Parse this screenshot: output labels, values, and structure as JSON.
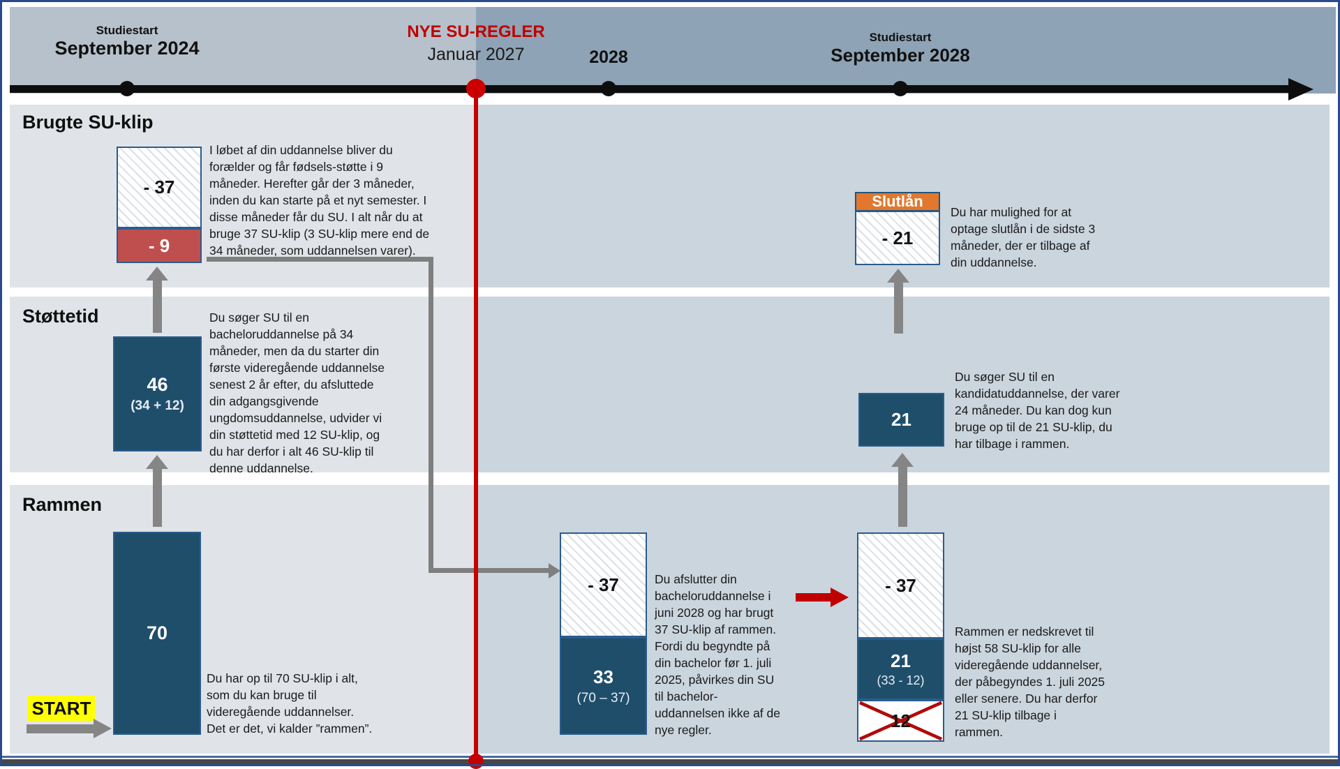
{
  "colors": {
    "dark_box": "#1f4e6b",
    "red_box": "#bf4f4f",
    "orange_header": "#e1782e",
    "accent_red": "#c00000",
    "highlight_yellow": "#ffff00",
    "banner_left": "#b6c1cb",
    "banner_right": "#8ea3b5",
    "row_left": "#e0e4e8",
    "row_right": "#cbd5de"
  },
  "timeline": {
    "m1_top": "Studiestart",
    "m1_bottom": "September 2024",
    "m2_top": "NYE SU-REGLER",
    "m2_bottom": "Januar 2027",
    "m3_label": "2028",
    "m4_top": "Studiestart",
    "m4_bottom": "September 2028"
  },
  "brugte": {
    "title": "Brugte SU-klip",
    "used_value": "- 37",
    "birth_value": "- 9",
    "note": "I løbet af din uddannelse bliver du\nforælder og får fødsels-støtte i 9\nmåneder. Herefter går der 3 måneder,\ninden du kan starte på et nyt semester. I\ndisse måneder får du SU. I alt når du at\nbruge 37 SU-klip (3 SU-klip mere end de\n34 måneder, som uddannelsen varer).",
    "slutlaan_header": "Slutlån",
    "slutlaan_value": "- 21",
    "slutlaan_note": "Du har mulighed for at\noptage slutlån i de sidste 3\nmåneder, der er tilbage af\ndin uddannelse."
  },
  "stoettetid": {
    "title": "Støttetid",
    "value": "46",
    "sub": "(34 + 12)",
    "note": "Du søger SU til en\nbacheloruddannelse på 34\nmåneder, men da du starter din\nførste videregående uddannelse\nsenest 2 år efter, du afsluttede\ndin adgangsgivende\nungdomsuddannelse, udvider vi\ndin støttetid med 12 SU-klip, og\ndu har derfor i alt 46 SU-klip til\ndenne uddannelse.",
    "right_value": "21",
    "right_note": "Du søger SU til en\nkandidatuddannelse, der varer\n24 måneder. Du kan dog kun\nbruge op til de 21 SU-klip, du\nhar tilbage i rammen."
  },
  "rammen": {
    "title": "Rammen",
    "start_label": "START",
    "value": "70",
    "note": "Du har op til 70 SU-klip i alt,\nsom du kan bruge til\nvideregående uddannelser.\nDet er det, vi kalder ”rammen”.",
    "mid_used": "- 37",
    "mid_value": "33",
    "mid_sub": "(70 – 37)",
    "mid_note": "Du afslutter din\nbacheloruddannelse i\njuni 2028 og har brugt\n37 SU-klip af rammen.\nFordi du begyndte på\ndin bachelor før 1. juli\n2025, påvirkes din SU\ntil bachelor-\nuddannelsen ikke af de\nnye regler.",
    "right_used": "- 37",
    "right_value": "21",
    "right_sub": "(33 - 12)",
    "right_crossed": "12",
    "right_note": "Rammen er nedskrevet til\nhøjst 58 SU-klip for alle\nvideregående uddannelser,\nder påbegyndes 1. juli 2025\neller senere. Du har derfor\n21 SU-klip tilbage i\nrammen."
  }
}
